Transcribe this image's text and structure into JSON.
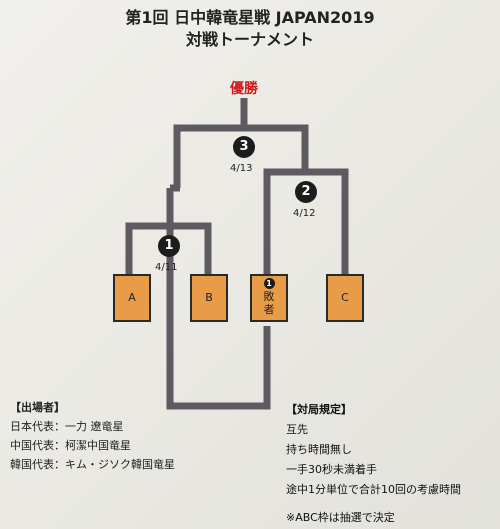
{
  "header": {
    "title": "第1回 日中韓竜星戦 JAPAN2019",
    "subtitle": "対戦トーナメント"
  },
  "bracket": {
    "winner_label": "優勝",
    "matches": [
      {
        "number": "1",
        "date": "4/11"
      },
      {
        "number": "2",
        "date": "4/12"
      },
      {
        "number": "3",
        "date": "4/13"
      }
    ],
    "slots": [
      {
        "label": "A"
      },
      {
        "label": "B"
      },
      {
        "badge": "1",
        "label": "敗者"
      },
      {
        "label": "C"
      }
    ],
    "colors": {
      "line": "#5f5a60",
      "slot": "#e99c48",
      "winner": "#d0191a"
    }
  },
  "players": {
    "header": "【出場者】",
    "items": [
      "日本代表：一力 遼竜星",
      "中国代表：柯潔中国竜星",
      "韓国代表：キム・ジソク韓国竜星"
    ]
  },
  "rules": {
    "header": "【対局規定】",
    "items": [
      "互先",
      "持ち時間無し",
      "一手30秒未満着手",
      "途中1分単位で合計10回の考慮時間"
    ],
    "note": "※ABC枠は抽選で決定"
  }
}
